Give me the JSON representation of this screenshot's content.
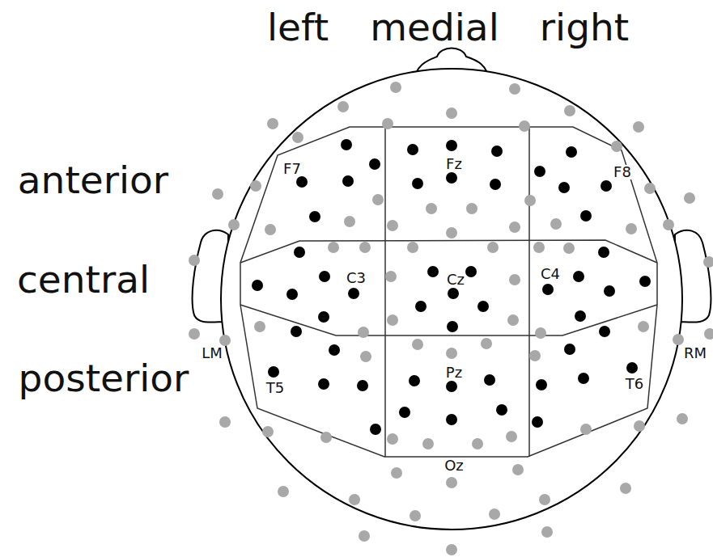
{
  "diagram": {
    "labels": [
      "left",
      "medial",
      "right",
      "anterior",
      "central",
      "posterior",
      "F7",
      "Fz",
      "F8",
      "C3",
      "Cz",
      "C4",
      "LM",
      "T5",
      "Pz",
      "T6",
      "RM",
      "Oz"
    ]
  }
}
